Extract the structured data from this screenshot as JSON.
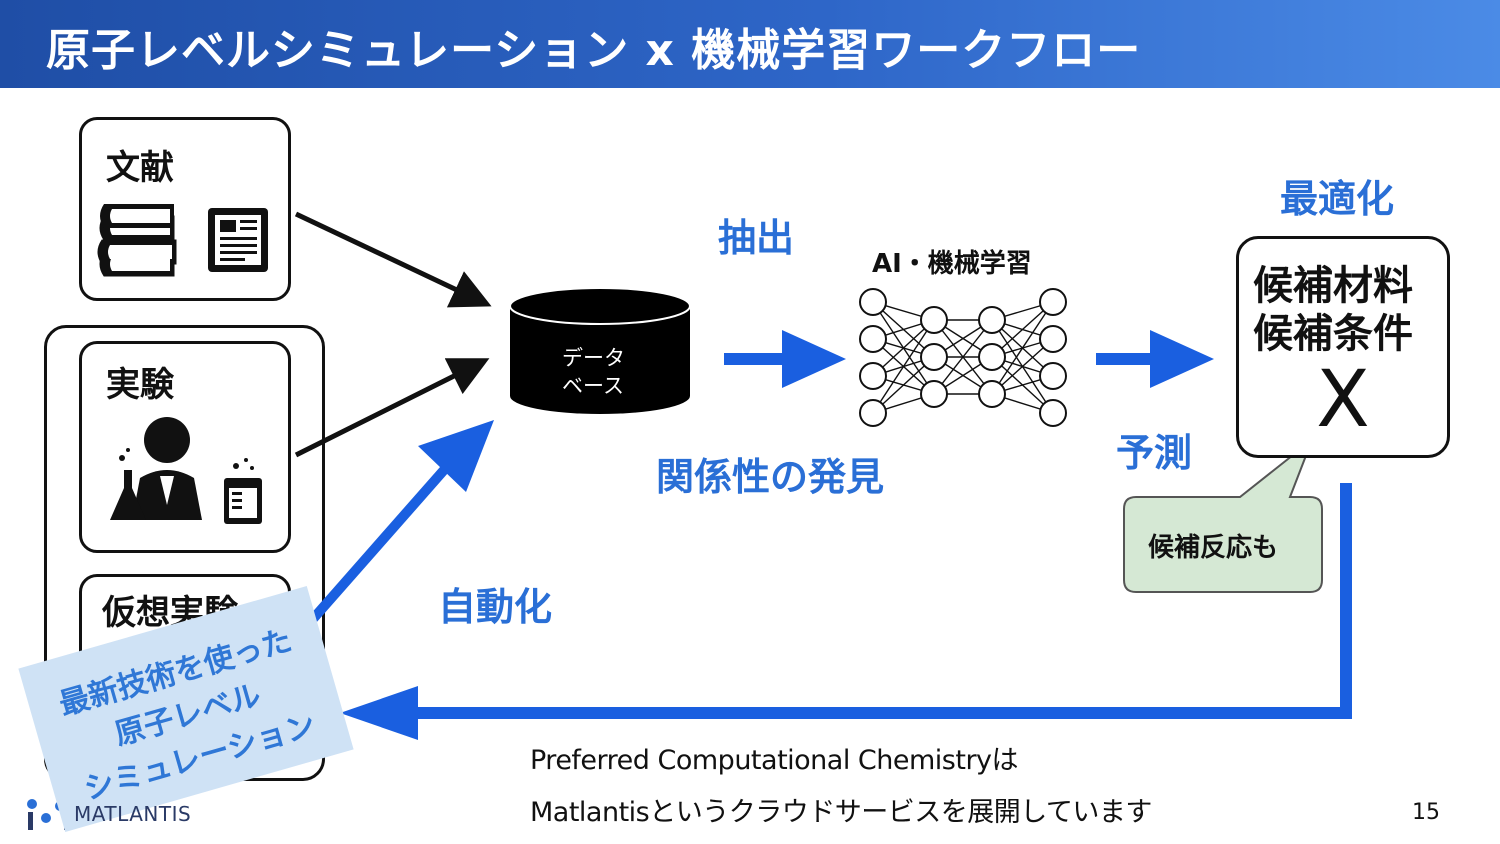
{
  "header": {
    "title": "原子レベルシミュレーション x 機械学習ワークフロー"
  },
  "sources": {
    "literature": "文献",
    "experiment": "実験",
    "virtual_experiment": "仮想実験"
  },
  "database": {
    "line1": "データ",
    "line2": "ベース"
  },
  "labels": {
    "extract": "抽出",
    "ai_ml": "AI・機械学習",
    "discovery": "関係性の発見",
    "predict": "予測",
    "optimize": "最適化",
    "automate": "自動化"
  },
  "candidate": {
    "line1": "候補材料",
    "line2": "候補条件",
    "symbol": "X"
  },
  "bubble": {
    "text": "候補反応も"
  },
  "sim_note": {
    "line1": "最新技術を使った",
    "line2": "原子レベル",
    "line3": "シミュレーション"
  },
  "footer": {
    "line1": "Preferred Computational Chemistryは",
    "line2": "Matlantisというクラウドサービスを展開しています"
  },
  "logo": {
    "text": "MATLANTIS"
  },
  "page_number": "15",
  "colors": {
    "accent_blue": "#2a6fd6",
    "arrow_blue": "#1a5fe0",
    "bubble_green": "#d5e8d4",
    "note_blue": "#cfe2f5"
  }
}
